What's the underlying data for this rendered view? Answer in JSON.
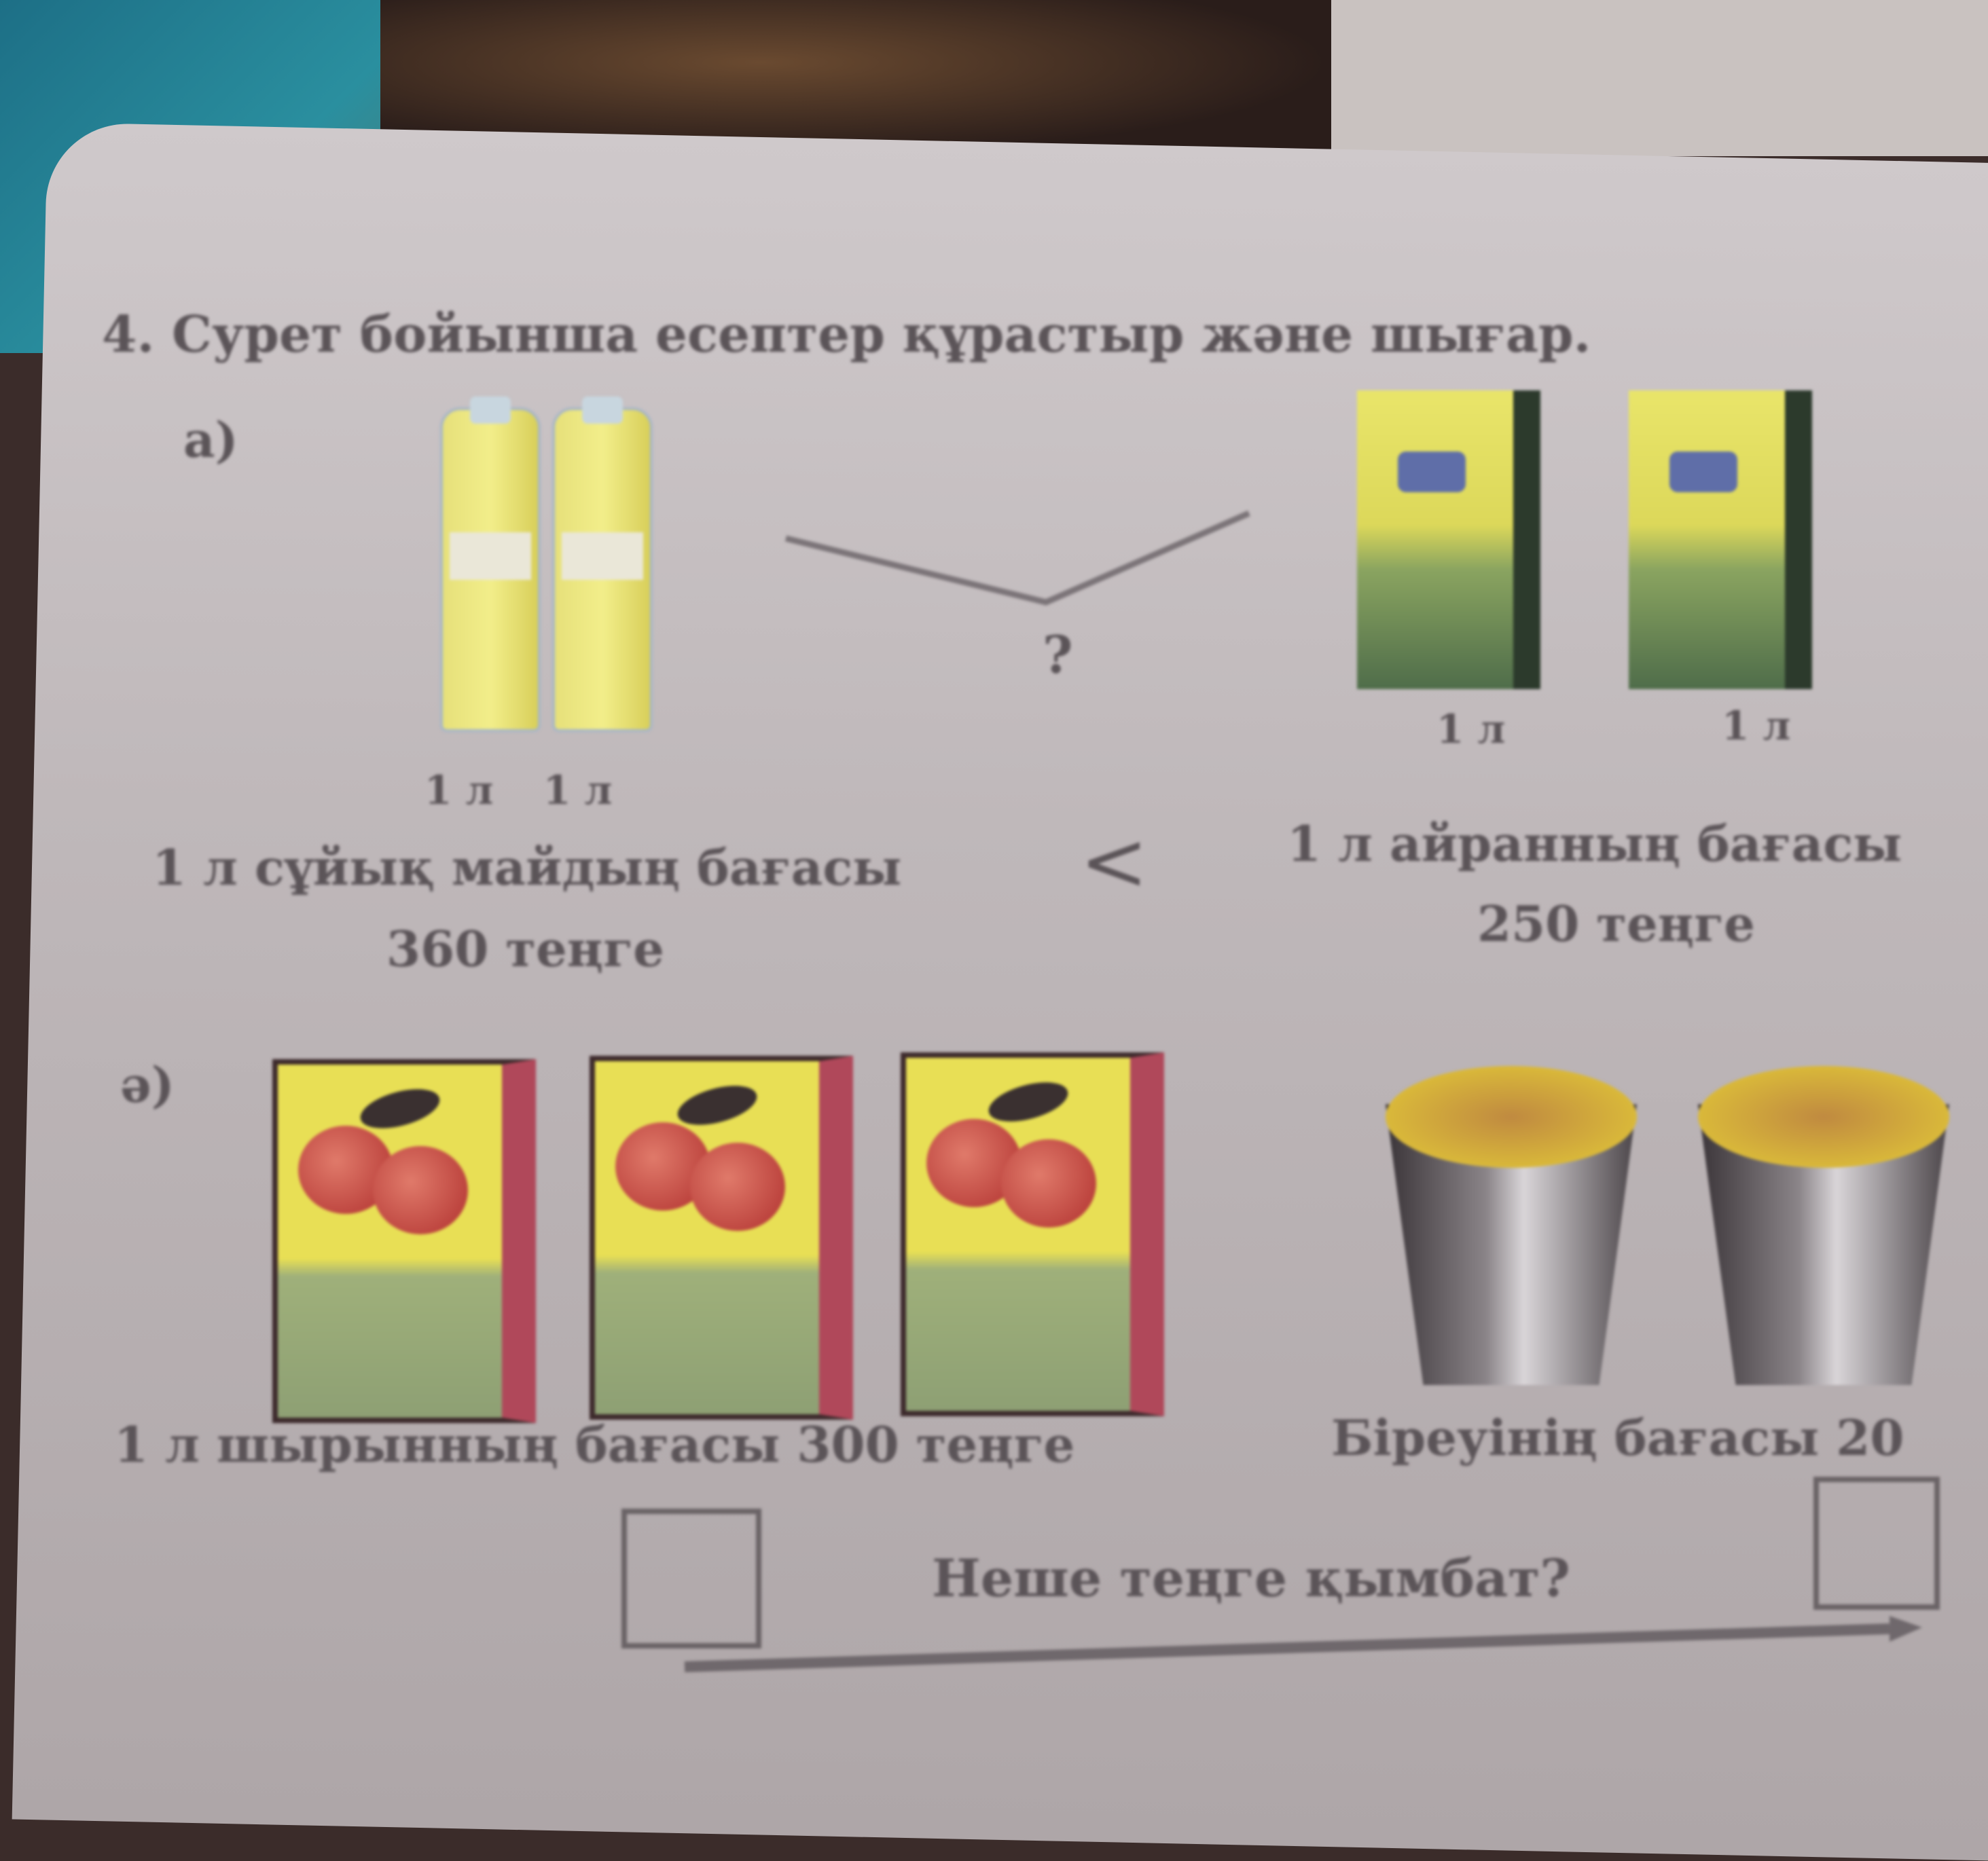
{
  "task": {
    "number": "4.",
    "instruction": "Сурет бойынша есептер құрастыр және шығар."
  },
  "part_a": {
    "label": "а)",
    "question_mark": "?",
    "comparison_sign": "<",
    "oil": {
      "volume_labels": [
        "1 л",
        "1 л"
      ],
      "price_text": "1 л сұйық майдың бағасы",
      "price": "360 теңге"
    },
    "ayran": {
      "volume_labels": [
        "1 л",
        "1 л"
      ],
      "price_text": "1 л айранның бағасы",
      "price": "250 теңге"
    }
  },
  "part_b": {
    "label": "ә)",
    "juice_price_text": "1 л шырынның бағасы 300 теңге",
    "cup_price_text": "Біреуінің бағасы 20",
    "question": "Неше теңге қымбат?"
  }
}
